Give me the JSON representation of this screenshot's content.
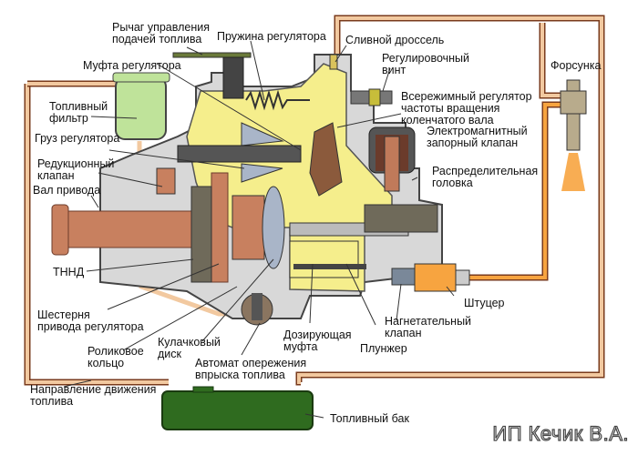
{
  "labels": {
    "lever": "Рычаг управления\nподачей топлива",
    "spring": "Пружина регулятора",
    "drain": "Сливной дроссель",
    "screw": "Регулировочный\nвинт",
    "injector": "Форсунка",
    "clutch": "Муфта регулятора",
    "filter": "Топливный\nфильтр",
    "governor_all": "Всережимный регулятор\nчастоты вращения\nколенчатого вала",
    "solenoid": "Электромагнитный\nзапорный клапан",
    "weight": "Груз регулятора",
    "reduction": "Редукционный\nклапан",
    "dist_head": "Распределительная\nголовка",
    "shaft": "Вал привода",
    "tnnd": "ТННД",
    "fitting": "Штуцер",
    "gear": "Шестерня\nпривода регулятора",
    "delivery": "Нагнетательный\nклапан",
    "metering": "Дозирующая\nмуфта",
    "plunger": "Плунжер",
    "roller": "Роликовое\nкольцо",
    "cam": "Кулачковый\nдиск",
    "advance": "Автомат опережения\nвпрыска топлива",
    "direction": "Направление движения\nтоплива",
    "tank": "Топливный бак"
  },
  "watermark": "ИП Кечик В.А.",
  "colors": {
    "fuel_line": "#f2c9a0",
    "line_border": "#a0522d",
    "housing": "#d9d9d9",
    "fuel": "#f5ee8c",
    "tank": "#2f6b1f",
    "filter": "#bfe39a",
    "shaft": "#c8805f",
    "spray": "#f7a440"
  }
}
